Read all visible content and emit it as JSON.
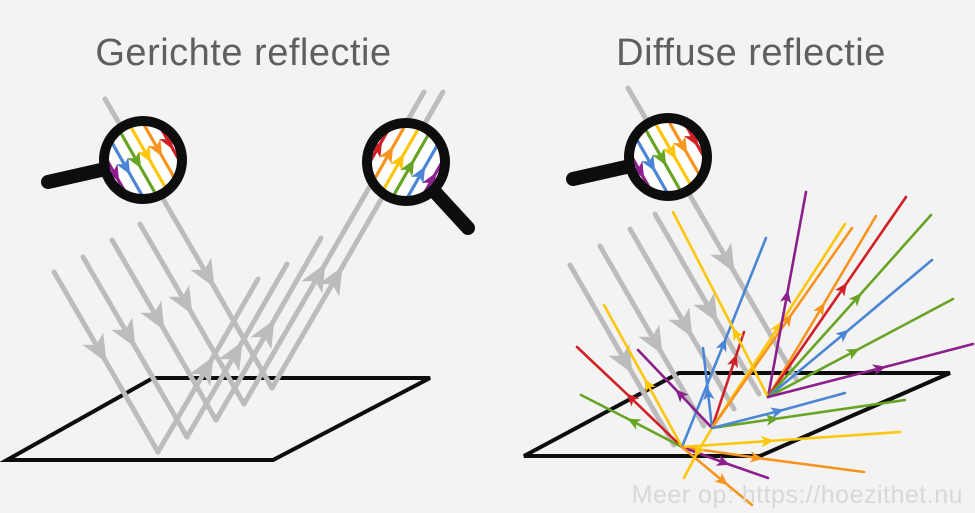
{
  "left_panel": {
    "title": "Gerichte reflectie",
    "description": "parallel grey light rays reflect off a smooth surface at equal angles"
  },
  "right_panel": {
    "title": "Diffuse reflectie",
    "description": "parallel grey light rays scatter off a rough surface in many coloured directions"
  },
  "footer": {
    "watermark": "Meer op: https://hoezithet.nu"
  },
  "icons": {
    "magnifier_left": "magnifying-glass-icon showing incident rainbow rays (purple, blue, green, yellow, orange, red) pointing down-right",
    "magnifier_middle": "magnifying-glass-icon showing reflected rainbow rays (red, orange, yellow, green, blue, purple) pointing up-right",
    "magnifier_right": "magnifying-glass-icon showing incident rainbow rays (purple, blue, green, yellow, orange, red) pointing down-right"
  },
  "colors": {
    "bg": "#f3f3f3",
    "title": "#5f5f5f",
    "watermark": "#d8d8d8",
    "ink": "#0d0d0d",
    "gray": "#bcbcbc",
    "lens": "#ffffff",
    "red": "#cf2026",
    "orange": "#f7941d",
    "yellow": "#fdc608",
    "green": "#67a424",
    "blue": "#4a86d4",
    "purple": "#8b1f8b"
  }
}
